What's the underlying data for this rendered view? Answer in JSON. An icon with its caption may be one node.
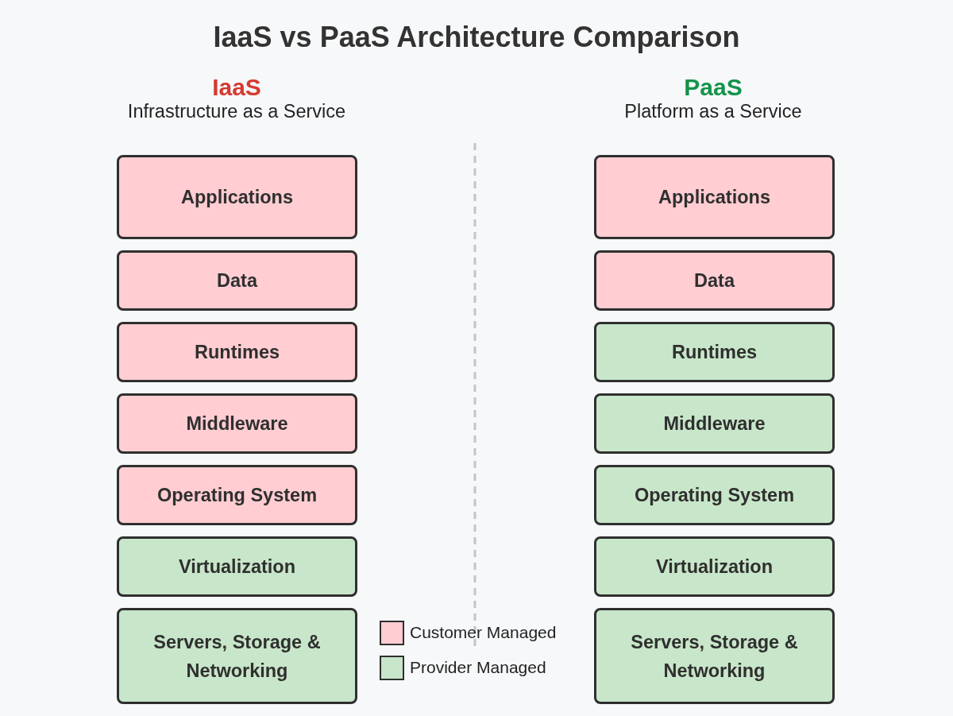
{
  "diagram": {
    "title": "IaaS vs PaaS Architecture Comparison",
    "nodes": [
      {
        "text": [
          "Applications"
        ]
      },
      {
        "text": [
          "Data"
        ]
      },
      {
        "text": [
          "Runtimes"
        ]
      },
      {
        "text": [
          "Middleware"
        ]
      },
      {
        "text": [
          "Operating System"
        ]
      },
      {
        "text": [
          "Virtualization"
        ]
      },
      {
        "text": [
          "Servers, Storage & Networking"
        ]
      },
      {
        "text": [
          "Applications"
        ]
      },
      {
        "text": [
          "Data"
        ]
      },
      {
        "text": [
          "Runtimes"
        ]
      },
      {
        "text": [
          "Middleware"
        ]
      },
      {
        "text": [
          "Operating System"
        ]
      },
      {
        "text": [
          "Virtualization"
        ]
      },
      {
        "text": [
          "Servers, Storage & Networking"
        ]
      }
    ],
    "labels": [
      "IaaS",
      "Infrastructure as a Service",
      "PaaS",
      "Platform as a Service"
    ],
    "legend": [
      {
        "text": "Customer Managed",
        "color": "#ffcdd2"
      },
      {
        "text": "Provider Managed",
        "color": "#c8e6c9"
      }
    ]
  }
}
